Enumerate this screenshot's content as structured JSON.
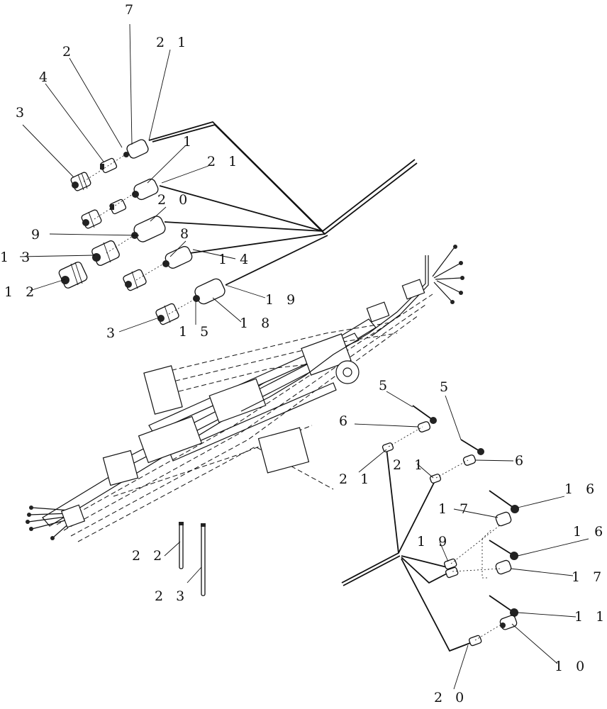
{
  "callouts": {
    "c7": "7",
    "c2": "2",
    "c21a": "2 1",
    "c4": "4",
    "c3a": "3",
    "c1": "1",
    "c21b": "2 1",
    "c20a": "2 0",
    "c9": "9",
    "c8": "8",
    "c13": "1 3",
    "c14": "1 4",
    "c12": "1 2",
    "c19a": "1 9",
    "c18": "1 8",
    "c3b": "3",
    "c15": "1 5",
    "c5a": "5",
    "c5b": "5",
    "c6a": "6",
    "c21c": "2 1",
    "c21d": "2 1",
    "c6b": "6",
    "c16a": "1 6",
    "c17a": "1 7",
    "c16b": "1 6",
    "c19b": "1 9",
    "c17b": "1 7",
    "c22": "2 2",
    "c23": "2 3",
    "c11": "1 1",
    "c10": "1 0",
    "c20b": "2 0"
  }
}
